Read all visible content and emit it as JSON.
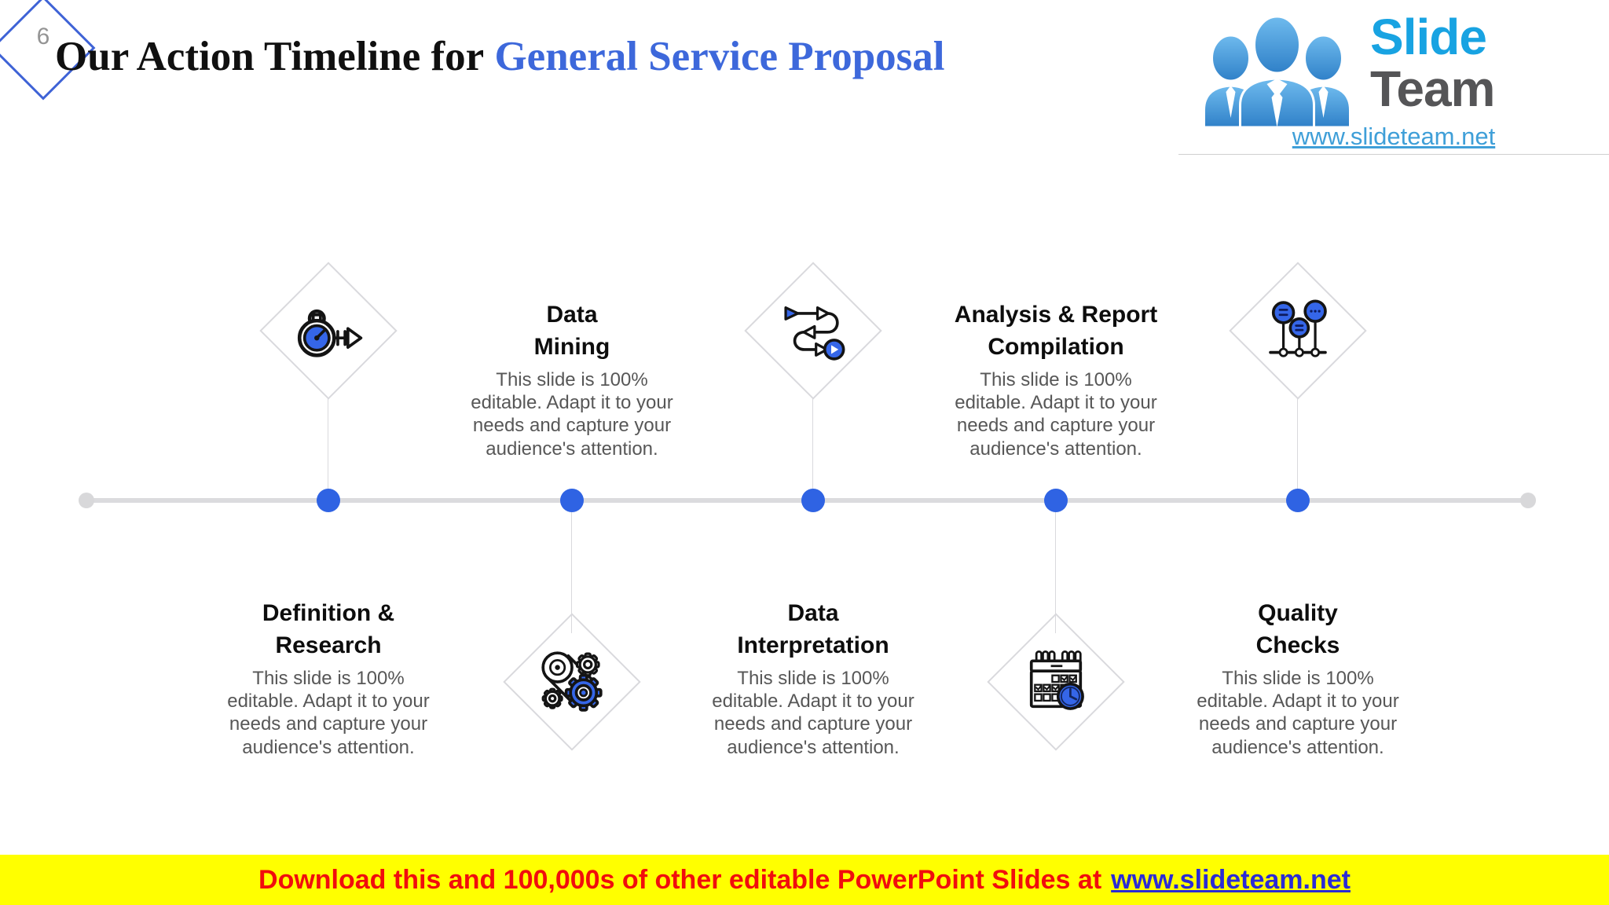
{
  "page": {
    "number": "6"
  },
  "header": {
    "title_prefix": "Our Action Timeline for",
    "title_highlight": "General Service Proposal"
  },
  "logo": {
    "icon": "people-icon",
    "word1": "Slide",
    "word2": "Team",
    "url": "www.slideteam.net"
  },
  "milestones": [
    {
      "heading_line1": "Definition &",
      "heading_line2": "Research",
      "text_position": "below-timeline",
      "icon": "stopwatch-arrow-icon",
      "body_lines": [
        "This slide is 100%",
        "editable. Adapt it to your",
        "needs and capture your",
        "audience's attention."
      ]
    },
    {
      "heading_line1": "Data",
      "heading_line2": "Mining",
      "text_position": "above-timeline",
      "icon": "gears-belt-icon",
      "body_lines": [
        "This slide is 100%",
        "editable. Adapt it to your",
        "needs and capture your",
        "audience's attention."
      ]
    },
    {
      "heading_line1": "Data",
      "heading_line2": "Interpretation",
      "text_position": "below-timeline",
      "icon": "process-flow-icon",
      "body_lines": [
        "This slide is 100%",
        "editable. Adapt it to your",
        "needs and capture your",
        "audience's attention."
      ]
    },
    {
      "heading_line1": "Analysis & Report",
      "heading_line2": "Compilation",
      "text_position": "above-timeline",
      "icon": "calendar-clock-icon",
      "body_lines": [
        "This slide is 100%",
        "editable. Adapt it to your",
        "needs and capture your",
        "audience's attention."
      ]
    },
    {
      "heading_line1": "Quality",
      "heading_line2": "Checks",
      "text_position": "below-timeline",
      "icon": "milestone-chart-icon",
      "body_lines": [
        "This slide is 100%",
        "editable. Adapt it to your",
        "needs and capture your",
        "audience's attention."
      ]
    }
  ],
  "footer": {
    "text": "Download this and 100,000s of other editable PowerPoint Slides at",
    "link": "www.slideteam.net"
  },
  "colors": {
    "accent_blue": "#2F63E3",
    "icon_blue": "#3566E8",
    "title_blue": "#3D68DB",
    "banner_yellow": "#FFFF00",
    "banner_red": "#F10D0D",
    "banner_link_blue": "#2B2BD5",
    "logo_blue": "#18A3E2",
    "timeline_gray": "#DBDBDE"
  }
}
